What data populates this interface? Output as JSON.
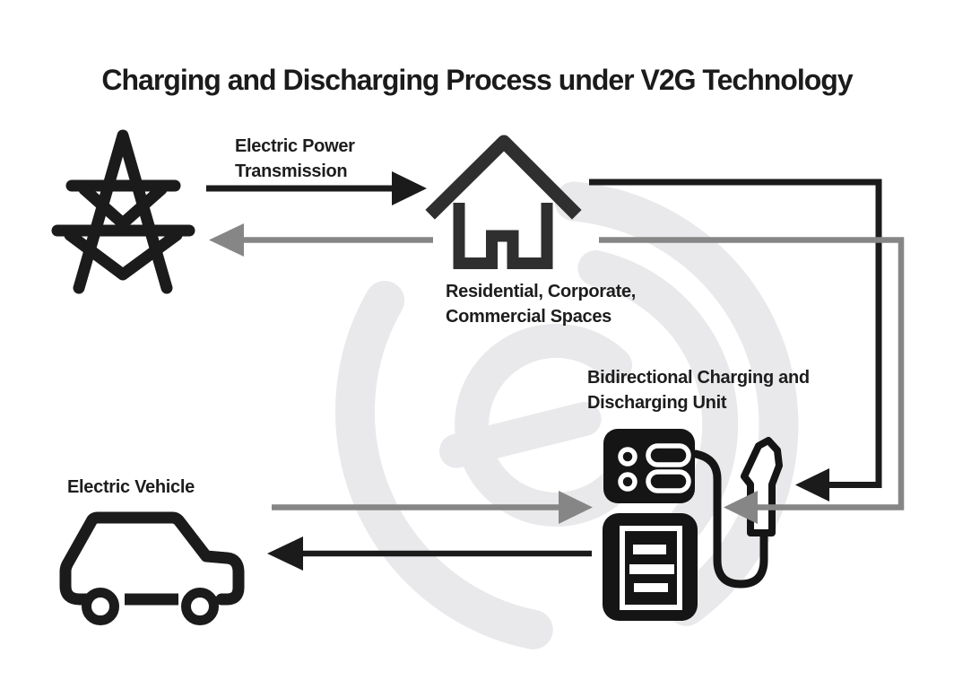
{
  "title": "Charging and Discharging Process under V2G Technology",
  "labels": {
    "transmission": {
      "line1": "Electric Power",
      "line2": "Transmission"
    },
    "building": {
      "line1": "Residential, Corporate,",
      "line2": "Commercial Spaces"
    },
    "charger": {
      "line1": "Bidirectional Charging and",
      "line2": "Discharging Unit"
    },
    "vehicle": "Electric Vehicle"
  },
  "icons": [
    {
      "name": "transmission-tower-icon",
      "depicts": "electric power grid pylon"
    },
    {
      "name": "building-icon",
      "depicts": "house for residential, corporate, commercial spaces"
    },
    {
      "name": "charging-unit-icon",
      "depicts": "bidirectional charging and discharging unit with cable and plug"
    },
    {
      "name": "electric-vehicle-icon",
      "depicts": "electric car"
    }
  ],
  "flows": [
    {
      "from": "power-grid",
      "to": "building",
      "color": "black"
    },
    {
      "from": "building",
      "to": "power-grid",
      "color": "gray"
    },
    {
      "from": "building",
      "to": "charging-plug",
      "color": "black"
    },
    {
      "from": "grid-return-line",
      "to": "charging-plug",
      "color": "gray"
    },
    {
      "from": "electric-vehicle",
      "to": "charging-unit",
      "color": "gray"
    },
    {
      "from": "charging-unit",
      "to": "electric-vehicle",
      "color": "black"
    }
  ],
  "colors": {
    "background": "#ffffff",
    "ink": "#1b1b1b",
    "house": "#2f2f2f",
    "gray_arrow": "#868686",
    "watermark": "#e9e9ec"
  }
}
